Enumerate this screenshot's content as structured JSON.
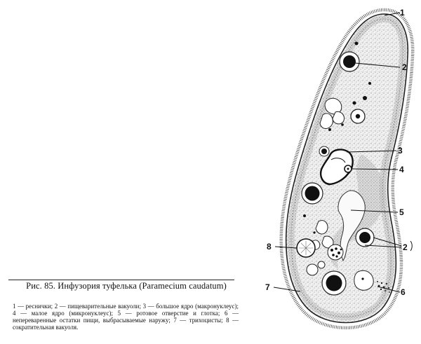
{
  "figure": {
    "callouts": {
      "c1": "1",
      "c2a": "2",
      "c3": "3",
      "c4": "4",
      "c5": "5",
      "c2b": "2",
      "c8": "8",
      "c7": "7",
      "c6": "6"
    }
  },
  "caption": {
    "title_prefix": "Рис. 85.",
    "title_text": "Инфузория туфелька (Paramecium caudatum)",
    "legend_text": "1 — реснички; 2 — пищеварительные вакуоли; 3 — большое ядро (макронуклеус); 4 — малое ядро (микронуклеус); 5 — ротовое отверстие и глотка; 6 — непереваренные остатки пищи, выбрасываемые наружу; 7 — трихоцисты; 8 — сократительная вакуоля."
  }
}
